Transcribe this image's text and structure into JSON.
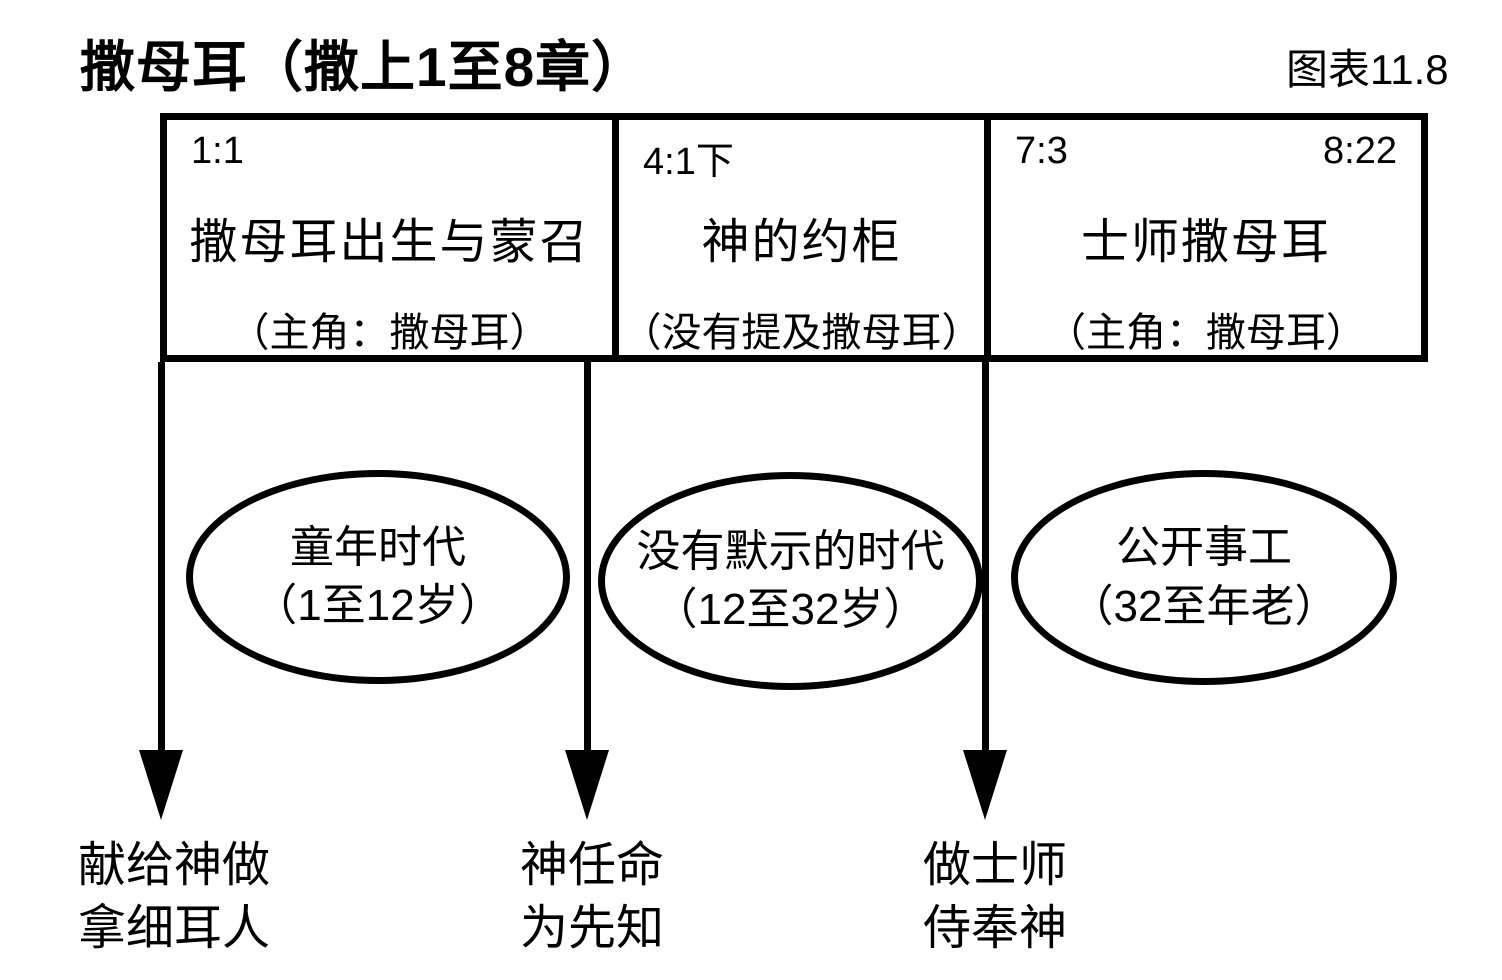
{
  "meta": {
    "title": "撒母耳（撒上1至8章）",
    "figure_label": "图表11.8"
  },
  "sections": [
    {
      "ref_start": "1:1",
      "ref_end": "",
      "title": "撒母耳出生与蒙召",
      "subtitle": "（主角：撒母耳）",
      "ellipse": {
        "line1": "童年时代",
        "line2": "（1至12岁）"
      },
      "arrow_label": {
        "line1": "献给神做",
        "line2": "拿细耳人"
      }
    },
    {
      "ref_start": "4:1下",
      "ref_end": "",
      "title": "神的约柜",
      "subtitle": "（没有提及撒母耳）",
      "ellipse": {
        "line1": "没有默示的时代",
        "line2": "（12至32岁）"
      },
      "arrow_label": {
        "line1": "神任命",
        "line2": "为先知"
      }
    },
    {
      "ref_start": "7:3",
      "ref_end": "8:22",
      "title": "士师撒母耳",
      "subtitle": "（主角：撒母耳）",
      "ellipse": {
        "line1": "公开事工",
        "line2": "（32至年老）"
      },
      "arrow_label": {
        "line1": "做士师",
        "line2": "侍奉神"
      }
    }
  ],
  "colors": {
    "ink": "#000000",
    "background": "#ffffff"
  }
}
